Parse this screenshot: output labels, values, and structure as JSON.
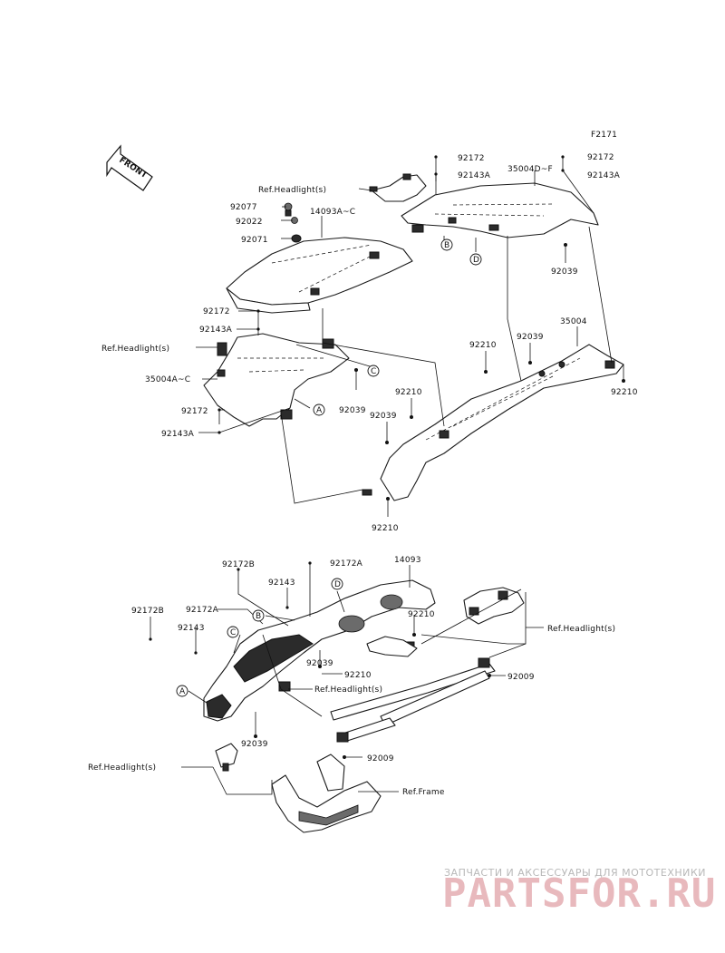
{
  "figure_code": "F2171",
  "front_label": "FRONT",
  "labels": {
    "upper_92172_a": "92172",
    "upper_92143A_a": "92143A",
    "upper_35004D_F": "35004D~F",
    "upper_92172_b": "92172",
    "upper_92143A_b": "92143A",
    "ref_headlight_top": "Ref.Headlight(s)",
    "l_92077": "92077",
    "l_92022": "92022",
    "l_14093A_C": "14093A~C",
    "l_92071": "92071",
    "l_92039_top": "92039",
    "l_92172_left": "92172",
    "l_92143A_left": "92143A",
    "ref_headlight_left": "Ref.Headlight(s)",
    "l_35004A_C": "35004A~C",
    "l_92039_mid": "92039",
    "l_92172_left2": "92172",
    "l_92143A_left2": "92143A",
    "l_92210_a": "92210",
    "l_92039_b": "92039",
    "l_35004": "35004",
    "l_92210_b": "92210",
    "l_92039_c": "92039",
    "l_92210_c": "92210",
    "l_92210_d": "92210",
    "l_92172B_top": "92172B",
    "l_92172A_top": "92172A",
    "l_14093": "14093",
    "l_92143_top": "92143",
    "l_92172B_left": "92172B",
    "l_92172A_left": "92172A",
    "l_92143_left": "92143",
    "l_92210_low": "92210",
    "l_92039_low": "92039",
    "l_92210_low2": "92210",
    "ref_headlight_right": "Ref.Headlight(s)",
    "l_92009_a": "92009",
    "ref_headlight_mid": "Ref.Headlight(s)",
    "l_92039_low2": "92039",
    "l_92009_b": "92009",
    "ref_headlight_bottom": "Ref.Headlight(s)",
    "ref_frame": "Ref.Frame"
  },
  "callouts": {
    "A": "A",
    "B": "B",
    "C": "C",
    "D": "D"
  },
  "watermark": {
    "tagline": "ЗАПЧАСТИ И АКСЕССУАРЫ ДЛЯ МОТОТЕХНИКИ",
    "brand": "PARTSFOR.RU"
  }
}
